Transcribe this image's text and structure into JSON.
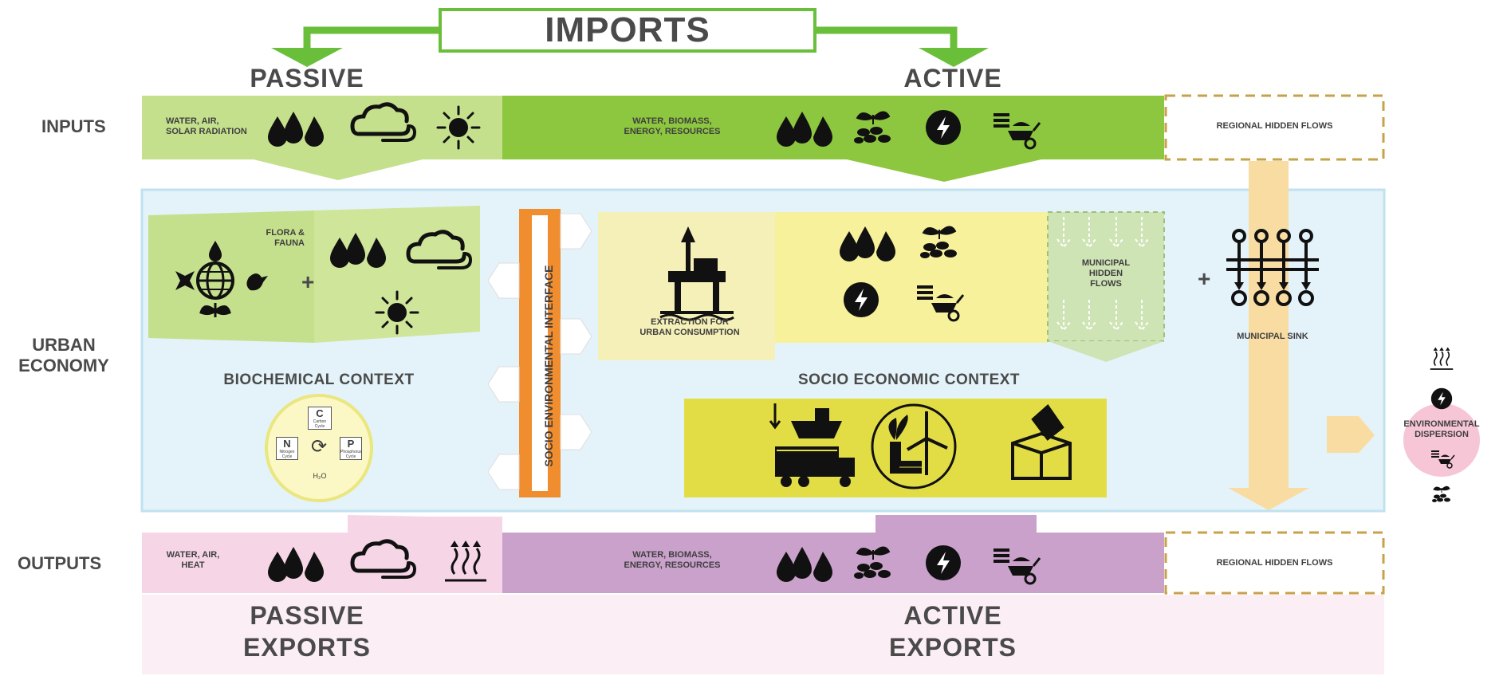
{
  "imports": {
    "title": "IMPORTS",
    "passive": "PASSIVE",
    "active": "ACTIVE"
  },
  "rows": {
    "inputs": "INPUTS",
    "urban_line1": "URBAN",
    "urban_line2": "ECONOMY",
    "outputs": "OUTPUTS"
  },
  "inputs": {
    "passive_text_l1": "WATER, AIR,",
    "passive_text_l2": "SOLAR RADIATION",
    "active_text_l1": "WATER, BIOMASS,",
    "active_text_l2": "ENERGY, RESOURCES",
    "regional": "REGIONAL HIDDEN FLOWS"
  },
  "urban": {
    "flora_l1": "FLORA &",
    "flora_l2": "FAUNA",
    "biochemical": "BIOCHEMICAL CONTEXT",
    "interface": "SOCIO ENVIRONMENTAL INTERFACE",
    "extraction_l1": "EXTRACTION FOR",
    "extraction_l2": "URBAN CONSUMPTION",
    "municipal_hidden_l1": "MUNICIPAL",
    "municipal_hidden_l2": "HIDDEN",
    "municipal_hidden_l3": "FLOWS",
    "socio_economic": "SOCIO ECONOMIC CONTEXT",
    "municipal_sink": "MUNICIPAL SINK",
    "plus": "+",
    "cycle": {
      "c": "C",
      "c_sub": "Carbon Cycle",
      "n": "N",
      "n_sub": "Nitrogen Cycle",
      "p": "P",
      "p_sub": "Phosphorus Cycle",
      "h2o": "H₂O"
    }
  },
  "dispersion": {
    "l1": "ENVIRONMENTAL",
    "l2": "DISPERSION"
  },
  "outputs": {
    "passive_text_l1": "WATER, AIR,",
    "passive_text_l2": "HEAT",
    "active_text_l1": "WATER, BIOMASS,",
    "active_text_l2": "ENERGY, RESOURCES",
    "regional": "REGIONAL HIDDEN FLOWS"
  },
  "exports": {
    "passive_l1": "PASSIVE",
    "passive_l2": "EXPORTS",
    "active_l1": "ACTIVE",
    "active_l2": "EXPORTS"
  },
  "colors": {
    "green_light": "#c5e08d",
    "green": "#8dc63f",
    "green_arrow": "#6abf3a",
    "urban_bg": "#e4f3fa",
    "yellow": "#e3dd45",
    "yellow_light": "#f5f0b7",
    "pink": "#f6d6e6",
    "purple": "#c9a1cb",
    "orange": "#f08d2e",
    "sink_arrow": "#f9dca1"
  }
}
